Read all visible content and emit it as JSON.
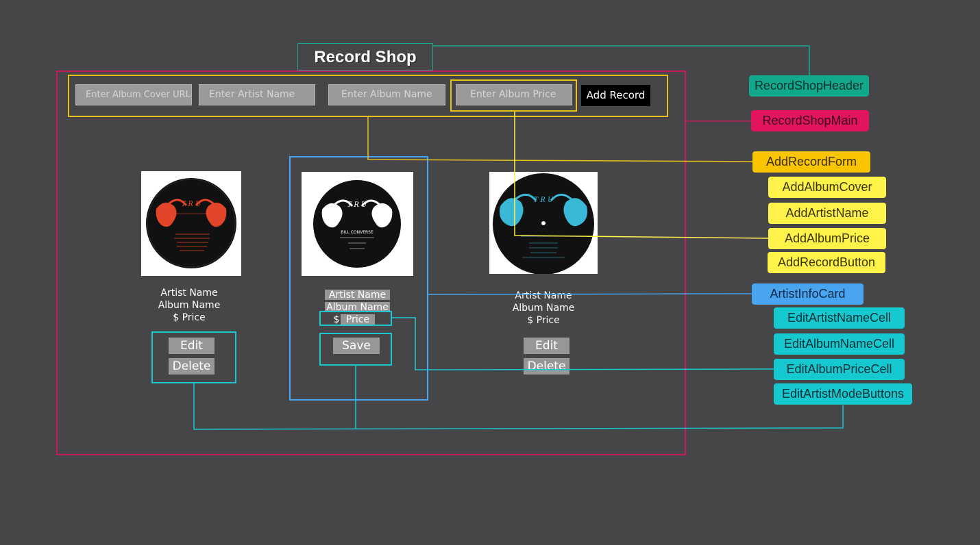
{
  "header": {
    "title": "Record Shop"
  },
  "form": {
    "cover_placeholder": "Enter Album Cover URL",
    "artist_placeholder": "Enter Artist Name",
    "album_placeholder": "Enter Album Name",
    "price_placeholder": "Enter Album Price",
    "add_button": "Add Record"
  },
  "cards": [
    {
      "artist": "Artist Name",
      "album": "Album Name",
      "price": "$ Price",
      "edit": "Edit",
      "delete": "Delete",
      "label_color": "#e2452a"
    },
    {
      "artist": "Artist Name",
      "album": "Album Name",
      "price_prefix": "$",
      "price": "Price",
      "save": "Save",
      "label_color": "#ffffff",
      "label_text": "BILL CONVERSE"
    },
    {
      "artist": "Artist Name",
      "album": "Album Name",
      "price": "$ Price",
      "edit": "Edit",
      "delete": "Delete",
      "label_color": "#3ab8d8"
    }
  ],
  "logo_text": "T R U",
  "tags": {
    "header": "RecordShopHeader",
    "main": "RecordShopMain",
    "add_form": "AddRecordForm",
    "add_cover": "AddAlbumCover",
    "add_artist": "AddArtistName",
    "add_price": "AddAlbumPrice",
    "add_button": "AddRecordButton",
    "info_card": "ArtistInfoCard",
    "edit_artist": "EditArtistNameCell",
    "edit_album": "EditAlbumNameCell",
    "edit_price": "EditAlbumPriceCell",
    "edit_buttons": "EditArtistModeButtons"
  },
  "colors": {
    "background": "#464648",
    "header": "#12a88c",
    "main": "#e2145f",
    "form": "#f9c400",
    "form_items": "#fff34a",
    "card": "#4aa5f0",
    "edit": "#16c9d1"
  }
}
